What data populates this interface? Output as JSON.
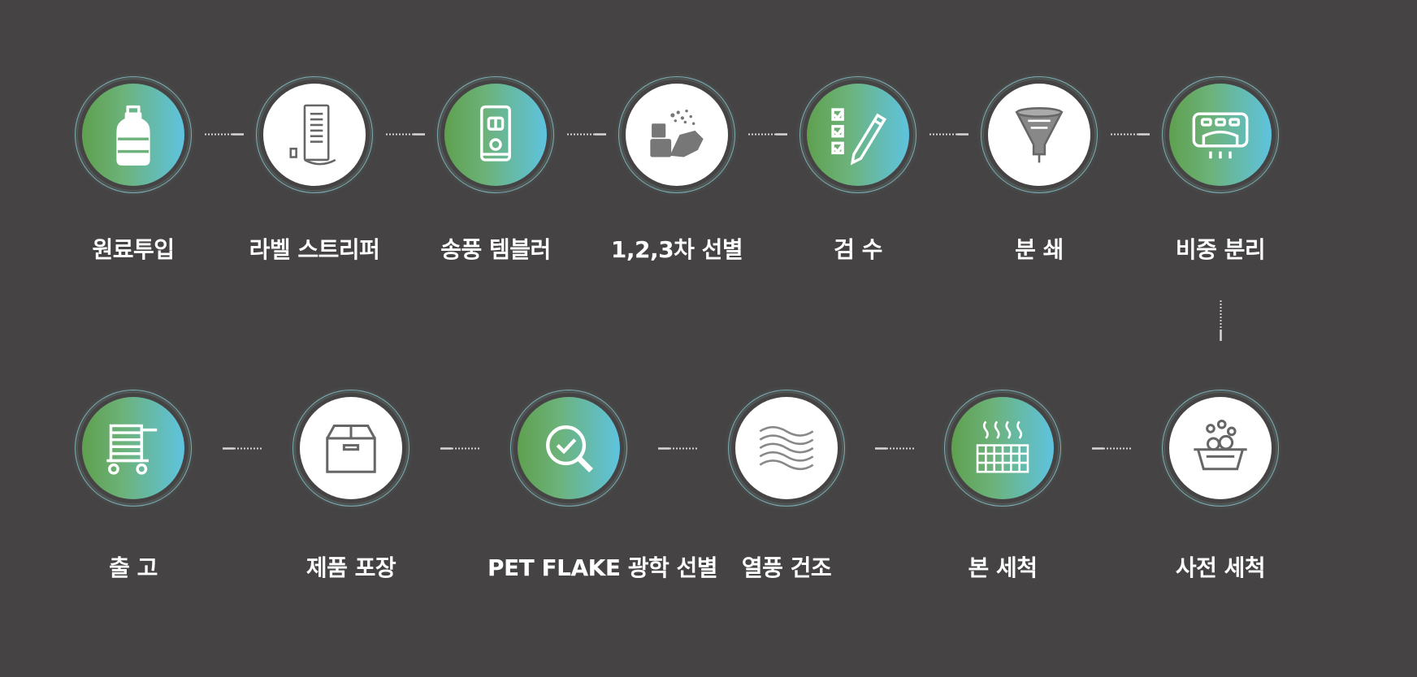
{
  "colors": {
    "background": "#454344",
    "gradient_start": "#5fa04f",
    "gradient_end": "#5ec3df",
    "icon_stroke": "#ffffff",
    "icon_dark": "#555555",
    "label": "#ffffff"
  },
  "process": {
    "row1": [
      {
        "label": "원료투입",
        "icon": "bottle-icon",
        "style": "gradient"
      },
      {
        "label": "라벨 스트리퍼",
        "icon": "label-stripper-machine-icon",
        "style": "white"
      },
      {
        "label": "송풍 템블러",
        "icon": "blower-tumbler-icon",
        "style": "gradient"
      },
      {
        "label": "1,2,3차 선별",
        "icon": "sorting-bottles-icon",
        "style": "white"
      },
      {
        "label": "검 수",
        "icon": "checklist-pencil-icon",
        "style": "gradient"
      },
      {
        "label": "분 쇄",
        "icon": "crusher-icon",
        "style": "white"
      },
      {
        "label": "비중 분리",
        "icon": "separator-machine-icon",
        "style": "gradient"
      }
    ],
    "row2": [
      {
        "label": "출 고",
        "icon": "cart-icon",
        "style": "gradient"
      },
      {
        "label": "제품 포장",
        "icon": "box-icon",
        "style": "white"
      },
      {
        "label": "PET FLAKE 광학 선별",
        "icon": "magnifier-check-icon",
        "style": "gradient"
      },
      {
        "label": "열풍 건조",
        "icon": "hot-air-waves-icon",
        "style": "white"
      },
      {
        "label": "본 세척",
        "icon": "steam-grid-icon",
        "style": "gradient"
      },
      {
        "label": "사전 세척",
        "icon": "wash-basin-icon",
        "style": "white"
      }
    ]
  }
}
